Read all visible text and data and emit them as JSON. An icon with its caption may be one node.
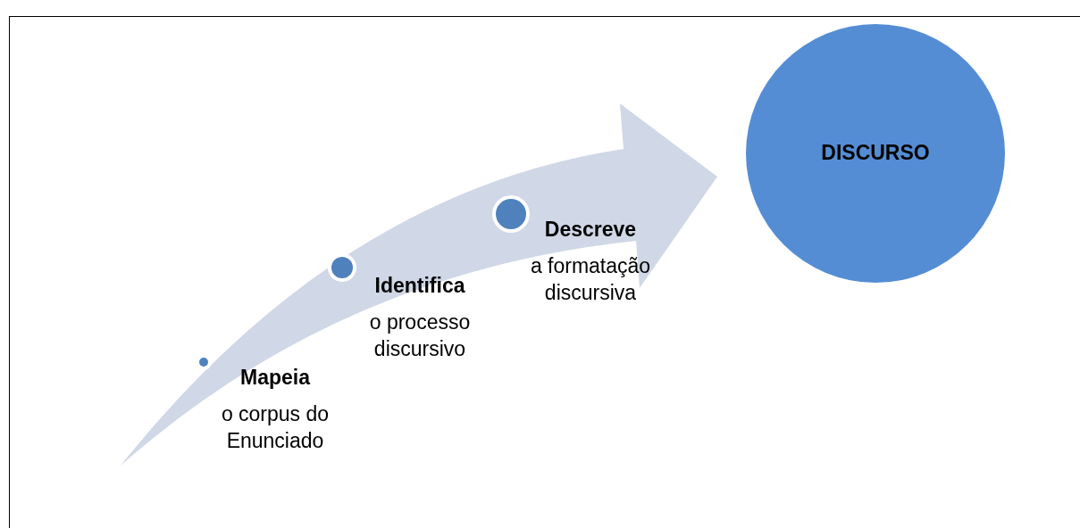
{
  "diagram": {
    "nodes": [
      {
        "text": [
          "Mapeia",
          "o corpus do Enunciado"
        ]
      },
      {
        "text": [
          "Identifica",
          "o processo discursivo"
        ]
      },
      {
        "text": [
          "Descreve",
          "a formatação discursiva"
        ]
      },
      {
        "text": [
          "DISCURSO"
        ]
      }
    ]
  }
}
